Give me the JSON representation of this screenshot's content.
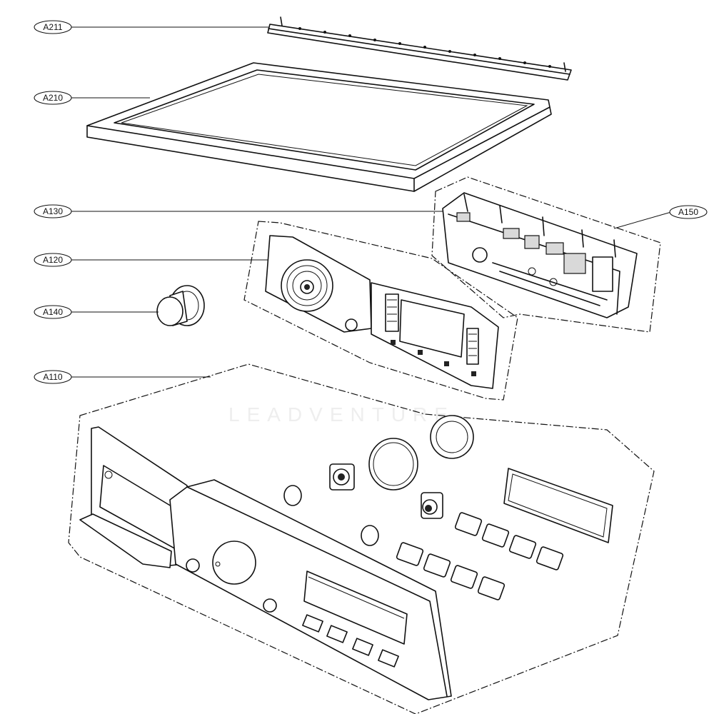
{
  "callouts": {
    "a211": "A211",
    "a210": "A210",
    "a130": "A130",
    "a150": "A150",
    "a120": "A120",
    "a140": "A140",
    "a110": "A110"
  },
  "watermark": "LEADVENTURE"
}
